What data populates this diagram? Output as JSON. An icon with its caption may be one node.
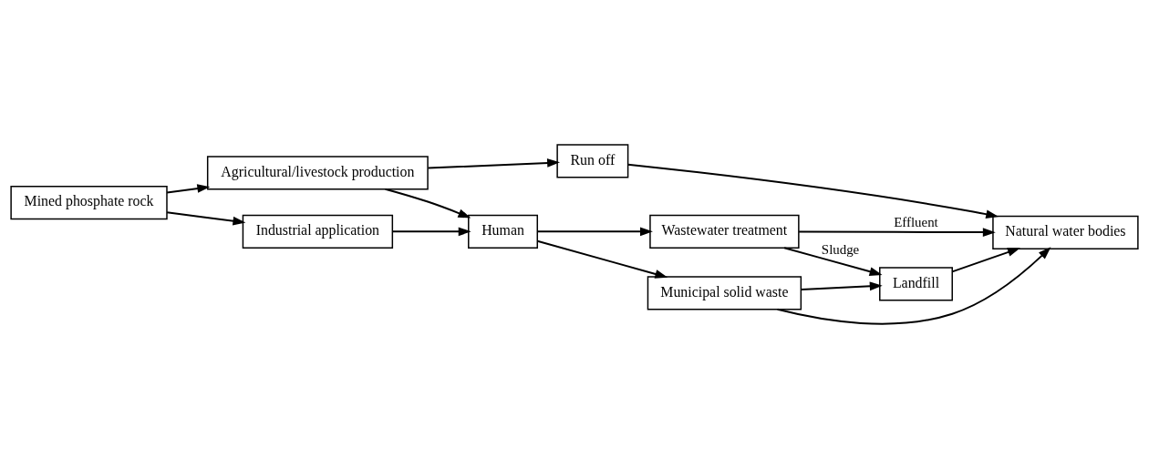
{
  "diagram": {
    "nodes": [
      {
        "text": [
          "Mined phosphate rock"
        ]
      },
      {
        "text": [
          "Agricultural/livestock production"
        ]
      },
      {
        "text": [
          "Industrial application"
        ]
      },
      {
        "text": [
          "Human"
        ]
      },
      {
        "text": [
          "Wastewater treatment"
        ]
      },
      {
        "text": [
          "Municipal solid waste"
        ]
      },
      {
        "text": [
          "Landfill"
        ]
      },
      {
        "text": [
          "Run off"
        ]
      },
      {
        "text": [
          "Natural water bodies"
        ]
      }
    ],
    "edges": [
      {
        "from": 0,
        "to": 1,
        "arrow": "to"
      },
      {
        "from": 0,
        "to": 2,
        "arrow": "to"
      },
      {
        "from": 1,
        "to": 3,
        "arrow": "to"
      },
      {
        "from": 1,
        "to": 7,
        "arrow": "to"
      },
      {
        "from": 2,
        "to": 3,
        "arrow": "to"
      },
      {
        "from": 3,
        "to": 4,
        "arrow": "to"
      },
      {
        "from": 3,
        "to": 5,
        "arrow": "to"
      },
      {
        "from": 4,
        "to": 6,
        "arrow": "to",
        "label": "Sludge"
      },
      {
        "from": 5,
        "to": 6,
        "arrow": "to"
      },
      {
        "from": 4,
        "to": 8,
        "arrow": "to",
        "label": "Effluent"
      },
      {
        "from": 5,
        "to": 8,
        "arrow": "to"
      },
      {
        "from": 6,
        "to": 8,
        "arrow": "to"
      },
      {
        "from": 7,
        "to": 8,
        "arrow": "to"
      }
    ]
  }
}
